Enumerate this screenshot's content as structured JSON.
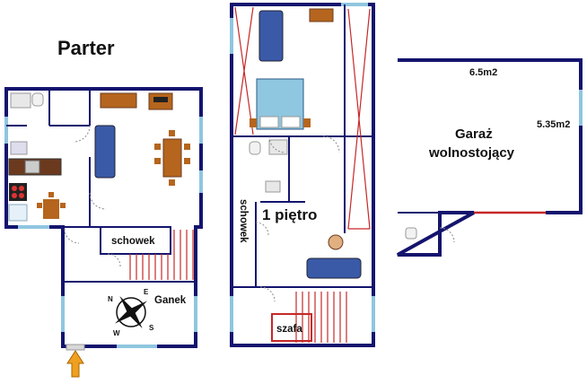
{
  "floors": {
    "ground": {
      "title": "Parter",
      "storage_label": "schowek",
      "porch_label": "Ganek"
    },
    "first": {
      "title": "1 piętro",
      "storage_label": "schowek",
      "wardrobe_label": "szafa"
    },
    "garage": {
      "title_line1": "Garaż",
      "title_line2": "wolnostojący",
      "width_label": "6.5m2",
      "depth_label": "5.35m2"
    }
  },
  "compass": {
    "north": "N",
    "east": "E",
    "south": "S",
    "west": "W"
  },
  "colors": {
    "wall": "#14146e",
    "window": "#8fc6e0",
    "stairs": "#c62828",
    "sofa": "#3a5aa8",
    "wood": "#b5651d",
    "entrance_arrow": "#f0a020"
  }
}
